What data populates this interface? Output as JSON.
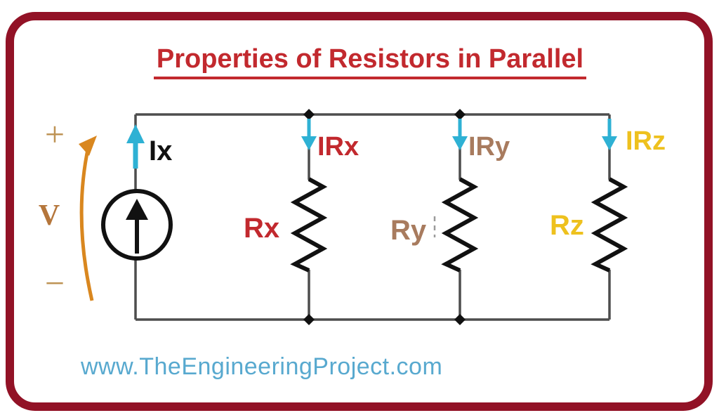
{
  "title": "Properties of Resistors in Parallel",
  "watermark": "www.TheEngineeringProject.com",
  "source": {
    "current_label": "Ix",
    "voltage_label": "V",
    "plus_sign": "+",
    "minus_sign": "−"
  },
  "branches": [
    {
      "resistor": "Rx",
      "current": "IRx",
      "color": "#C2292E"
    },
    {
      "resistor": "Ry",
      "current": "IRy",
      "color": "#A87B5E"
    },
    {
      "resistor": "Rz",
      "current": "IRz",
      "color": "#EEC11E"
    }
  ],
  "colors": {
    "frame_border": "#921226",
    "title_red": "#C2292E",
    "wire_gray": "#4D4D4D",
    "component_black": "#111111",
    "arrow_cyan": "#2EB1D4",
    "voltage_tan": "#BE9355",
    "voltage_brown": "#B5763B",
    "arrow_orange": "#D9871F",
    "watermark_blue": "#58A9CF"
  }
}
